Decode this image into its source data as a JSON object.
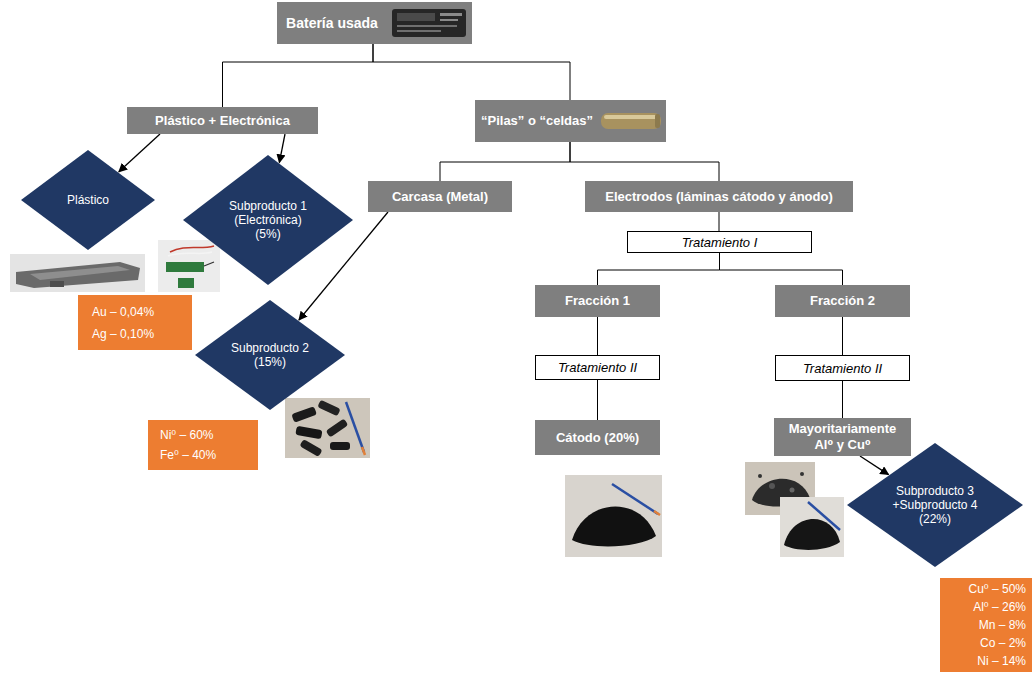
{
  "diagram": {
    "nodes": [
      {
        "text": [
          "Batería usada"
        ]
      },
      {
        "text": [
          "Plástico + Electrónica"
        ]
      },
      {
        "text": [
          "“Pilas” o “celdas”"
        ]
      },
      {
        "text": [
          "Plástico"
        ]
      },
      {
        "text": [
          "Subproducto 1 (Electrónica) (5%)"
        ]
      },
      {
        "text": [
          "Carcasa (Metal)"
        ]
      },
      {
        "text": [
          "Electrodos (láminas cátodo y ánodo)"
        ]
      },
      {
        "text": [
          "Tratamiento I"
        ]
      },
      {
        "text": [
          "Fracción 1"
        ]
      },
      {
        "text": [
          "Fracción 2"
        ]
      },
      {
        "text": [
          "Au – 0,04%",
          "Ag – 0,10%"
        ]
      },
      {
        "text": [
          "Subproducto 2 (15%)"
        ]
      },
      {
        "text": [
          "Tratamiento II"
        ]
      },
      {
        "text": [
          "Tratamiento II"
        ]
      },
      {
        "text": [
          "Cátodo (20%)"
        ]
      },
      {
        "text": [
          "Mayoritariamente Al⁰ y Cu⁰"
        ]
      },
      {
        "text": [
          "Ni⁰ – 60%",
          "Fe⁰ – 40%"
        ]
      },
      {
        "text": [
          "Subproducto 3 +Subproducto 4 (22%)"
        ]
      },
      {
        "text": [
          "Cu⁰ – 50%",
          "Al⁰ – 26%",
          "Mn – 8%",
          "Co – 2%",
          "Ni – 14%"
        ]
      }
    ],
    "edges": [
      {
        "from": 0,
        "to": 1,
        "arrow": "none"
      },
      {
        "from": 0,
        "to": 2,
        "arrow": "none"
      },
      {
        "from": 1,
        "to": 3,
        "arrow": "to"
      },
      {
        "from": 1,
        "to": 4,
        "arrow": "to"
      },
      {
        "from": 2,
        "to": 5,
        "arrow": "none"
      },
      {
        "from": 2,
        "to": 6,
        "arrow": "none"
      },
      {
        "from": 5,
        "to": 11,
        "arrow": "to"
      },
      {
        "from": 6,
        "to": 7,
        "arrow": "none"
      },
      {
        "from": 7,
        "to": 8,
        "arrow": "none"
      },
      {
        "from": 7,
        "to": 9,
        "arrow": "none"
      },
      {
        "from": 8,
        "to": 12,
        "arrow": "none"
      },
      {
        "from": 12,
        "to": 14,
        "arrow": "none"
      },
      {
        "from": 9,
        "to": 13,
        "arrow": "none"
      },
      {
        "from": 13,
        "to": 15,
        "arrow": "none"
      },
      {
        "from": 15,
        "to": 17,
        "arrow": "to"
      }
    ]
  }
}
